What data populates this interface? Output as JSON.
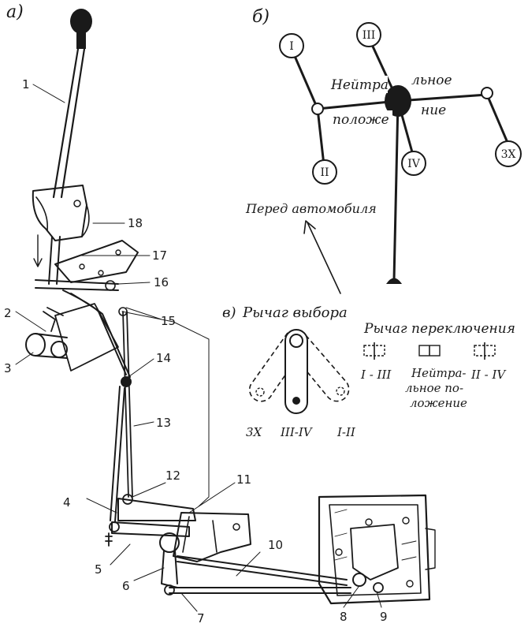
{
  "panels": {
    "a": "а)",
    "b": "б)",
    "v": "в)"
  },
  "part_numbers": [
    "1",
    "2",
    "3",
    "4",
    "5",
    "6",
    "7",
    "8",
    "9",
    "10",
    "11",
    "12",
    "13",
    "14",
    "15",
    "16",
    "17",
    "18"
  ],
  "shift_pattern": {
    "gears": {
      "g1": "I",
      "g2": "II",
      "g3": "III",
      "g4": "IV",
      "g3x": "3X"
    },
    "neutral_top_left": "Нейтра",
    "neutral_top_right": "льное",
    "neutral_bottom_left": "положе",
    "neutral_bottom_right": "ние",
    "front_label": "Перед автомобиля"
  },
  "selector": {
    "title_lever": "Рычаг выбора",
    "title_switch": "Рычаг переключения",
    "positions": {
      "p3x": "3X",
      "p34": "III-IV",
      "p12": "I-II"
    },
    "switch_positions": {
      "s13": "I - III",
      "neutral_1": "Нейтра-",
      "neutral_2": "льное по-",
      "neutral_3": "ложение",
      "s24": "II - IV"
    }
  }
}
